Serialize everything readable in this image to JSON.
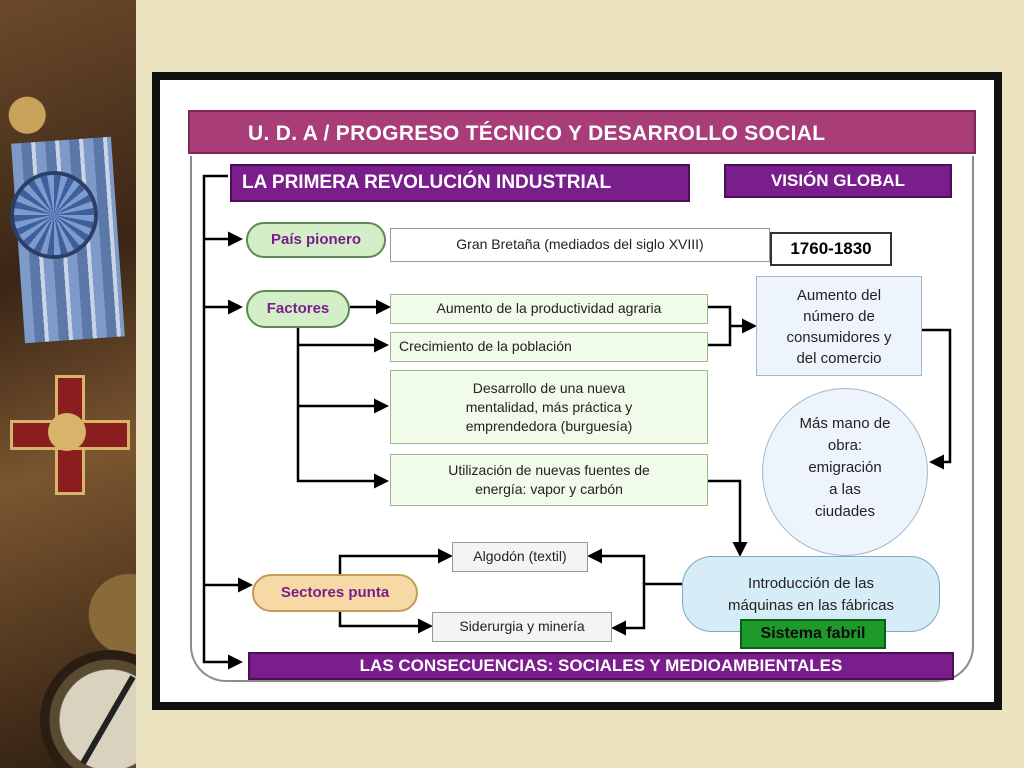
{
  "header": {
    "title": "U. D. A / PROGRESO TÉCNICO Y DESARROLLO SOCIAL"
  },
  "titles": {
    "main": "LA PRIMERA REVOLUCIÓN INDUSTRIAL",
    "global": "VISIÓN GLOBAL"
  },
  "pioneer": {
    "label": "País pionero",
    "value": "Gran Bretaña (mediados del siglo XVIII)",
    "dates": "1760-1830"
  },
  "factors": {
    "label": "Factores",
    "items": [
      "Aumento de la productividad agraria",
      "Crecimiento de la población",
      [
        "Desarrollo de una nueva",
        "mentalidad, más práctica y",
        "emprendedora (burguesía)"
      ],
      [
        "Utilización de nuevas fuentes de",
        "energía: vapor y carbón"
      ]
    ]
  },
  "consumers": [
    "Aumento del",
    "número de",
    "consumidores y",
    "del comercio"
  ],
  "labor": [
    "Más mano de",
    "obra:",
    "emigración",
    "a las",
    "ciudades"
  ],
  "machines": [
    "Introducción de las",
    "máquinas en las fábricas"
  ],
  "system": "Sistema fabril",
  "sectors": {
    "label": "Sectores punta",
    "items": [
      "Algodón (textil)",
      "Siderurgia y minería"
    ]
  },
  "consequences": "LAS CONSECUENCIAS: SOCIALES Y MEDIOAMBIENTALES",
  "colors": {
    "header": "#a93d78",
    "purple": "#7a1e8c",
    "green_pill": "#d4efc8",
    "orange_pill": "#f6d9a4",
    "system": "#1e9a2a"
  }
}
